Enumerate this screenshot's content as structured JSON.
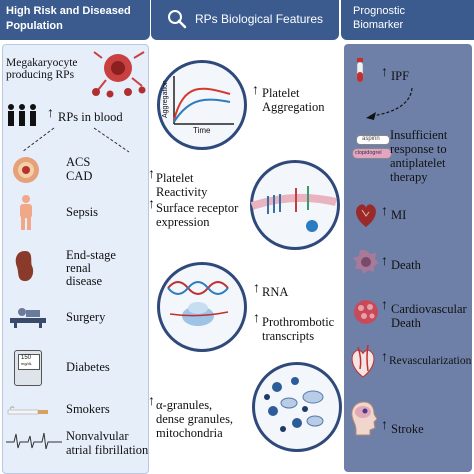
{
  "headers": {
    "left_line1": "High Risk and Diseased",
    "left_line2": "Population",
    "middle": "RPs Biological Features",
    "right_line1": "Prognostic",
    "right_line2": "Biomarker"
  },
  "left": {
    "mk_line1": "Megakaryocyte",
    "mk_line2": "producing RPs",
    "rps_in_blood": "RPs in blood",
    "acs": "ACS",
    "cad": "CAD",
    "sepsis": "Sepsis",
    "esrd_line1": "End-stage",
    "esrd_line2": "renal",
    "esrd_line3": "disease",
    "surgery": "Surgery",
    "diabetes": "Diabetes",
    "glucometer_value": "150",
    "glucometer_unit": "mg/dL",
    "smokers": "Smokers",
    "af_line1": "Nonvalvular",
    "af_line2": "atrial fibrillation"
  },
  "middle": {
    "agg_line1": "Platelet",
    "agg_line2": "Aggregation",
    "chart_ylabel": "Aggregation",
    "chart_xlabel": "Time",
    "react_line1": "Platelet",
    "react_line2": "Reactivity",
    "react_line3": "Surface receptor",
    "react_line4": "expression",
    "rna": "RNA",
    "pro_line1": "Prothrombotic",
    "pro_line2": "transcripts",
    "gran_line1": "α-granules,",
    "gran_line2": "dense granules,",
    "gran_line3": "mitochondria"
  },
  "right": {
    "ipf": "IPF",
    "ins_line1": "Insufficient",
    "ins_line2": "response to",
    "ins_line3": "antiplatelet",
    "ins_line4": "therapy",
    "aspirin": "aspirin",
    "clopidogrel": "clopidogrel",
    "mi": "MI",
    "death": "Death",
    "cv_line1": "Cardiovascular",
    "cv_line2": "Death",
    "revasc": "Revascularization",
    "stroke": "Stroke"
  },
  "icons": {
    "up_arrow": "↑",
    "search": "search-icon"
  },
  "colors": {
    "header": "#3b5b8f",
    "left_panel": "#e6eefa",
    "right_panel": "#6f80a8",
    "circle_border": "#2f4a7a",
    "curve_red": "#d43a2f",
    "curve_blue": "#2c7cc0"
  }
}
